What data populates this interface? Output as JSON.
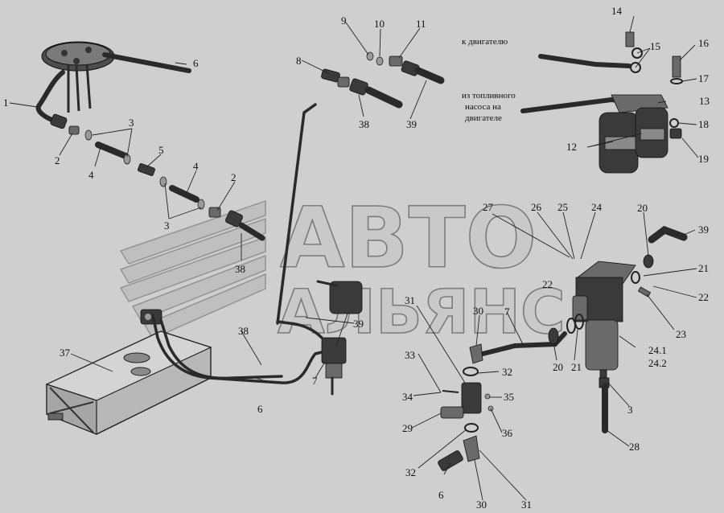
{
  "watermark": {
    "line1": "АВТО",
    "line2": "АЛЬЯНС"
  },
  "annotations": {
    "to_engine": "к двигателю",
    "from_pump_1": "из топливного",
    "from_pump_2": "насоса на",
    "from_pump_3": "двигателе"
  },
  "callouts": {
    "c1": "1",
    "c2a": "2",
    "c2b": "2",
    "c3a": "3",
    "c3b": "3",
    "c3c": "3",
    "c4a": "4",
    "c4b": "4",
    "c5": "5",
    "c6a": "6",
    "c6b": "6",
    "c6c": "6",
    "c7a": "7",
    "c7b": "7",
    "c8": "8",
    "c9": "9",
    "c10": "10",
    "c11": "11",
    "c12": "12",
    "c13": "13",
    "c14": "14",
    "c15": "15",
    "c16": "16",
    "c17": "17",
    "c18": "18",
    "c19": "19",
    "c20a": "20",
    "c20b": "20",
    "c21a": "21",
    "c21b": "21",
    "c22a": "22",
    "c22b": "22",
    "c23": "23",
    "c24": "24",
    "c24_1": "24.1",
    "c24_2": "24.2",
    "c25": "25",
    "c26": "26",
    "c27": "27",
    "c28": "28",
    "c29": "29",
    "c30a": "30",
    "c30b": "30",
    "c31a": "31",
    "c31b": "31",
    "c32a": "32",
    "c32b": "32",
    "c33": "33",
    "c34": "34",
    "c35": "35",
    "c36": "36",
    "c37": "37",
    "c38a": "38",
    "c38b": "38",
    "c38c": "38",
    "c39a": "39",
    "c39b": "39",
    "c39c": "39"
  }
}
